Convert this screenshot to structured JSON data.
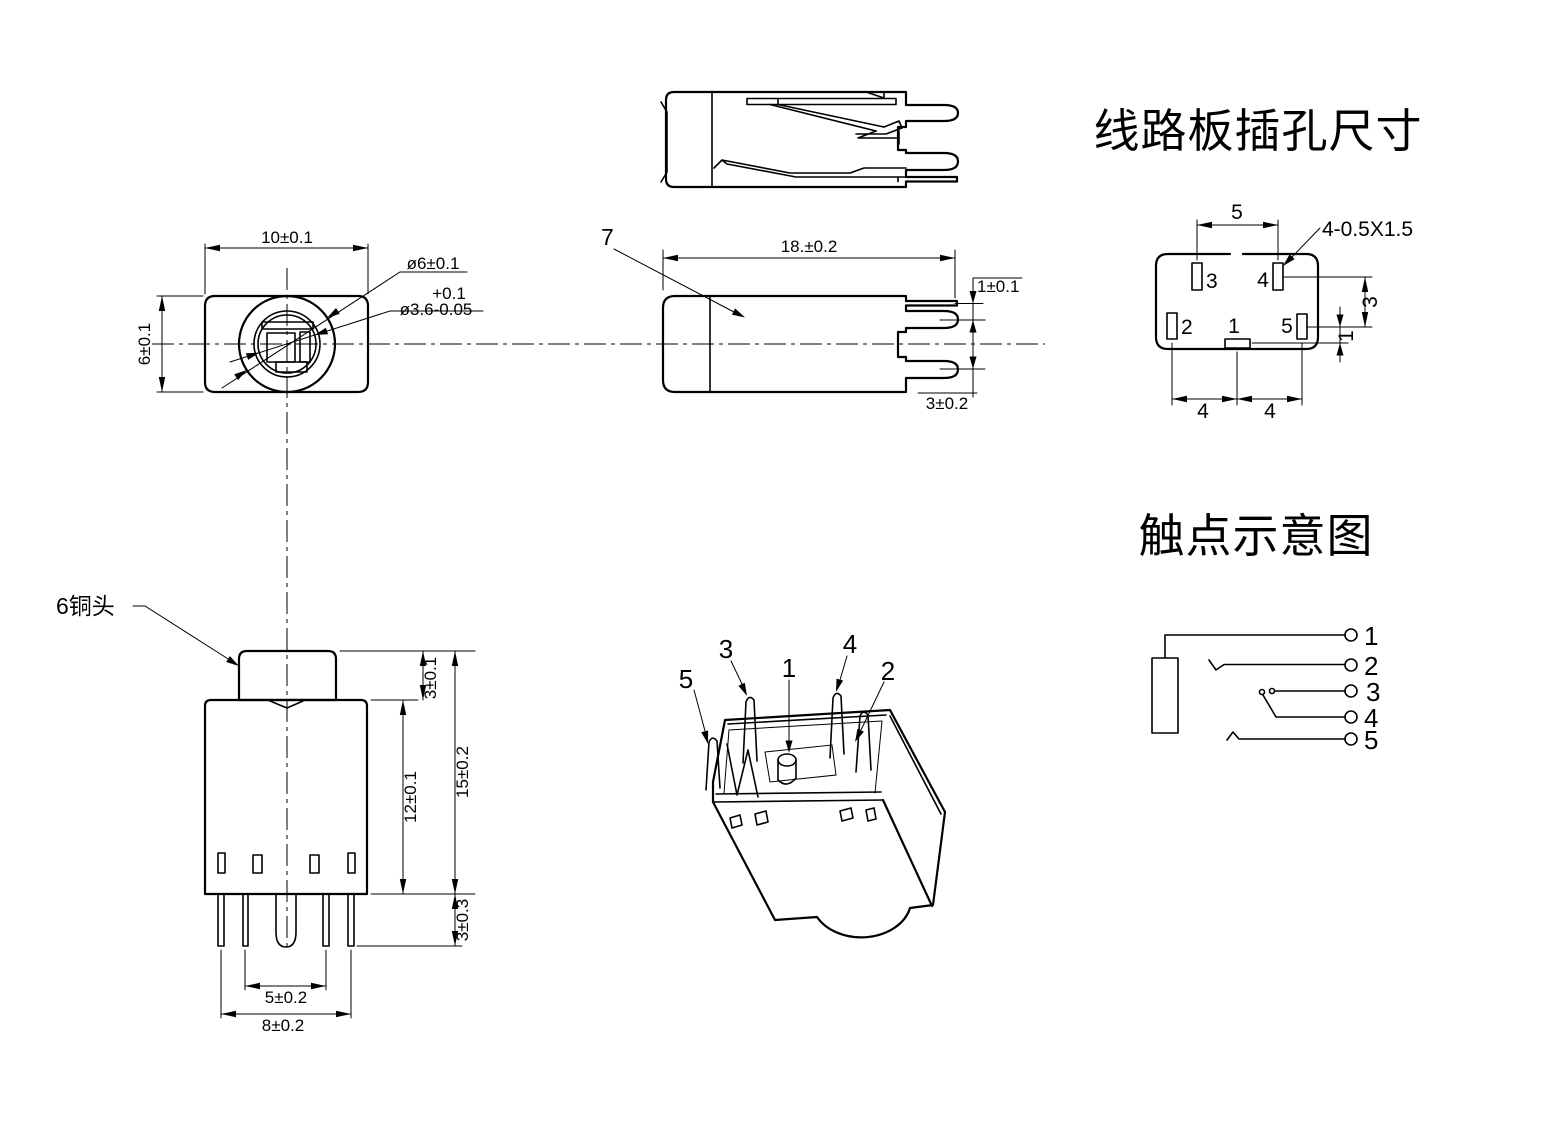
{
  "titles": {
    "pcb": "线路板插孔尺寸",
    "contact": "触点示意图"
  },
  "front_view": {
    "width": "10±0.1",
    "height": "6±0.1",
    "outer_dia": "ø6±0.1",
    "tol_plus": "+0.1",
    "inner_dia": "ø3.6-0.05"
  },
  "side_view": {
    "callout": "7",
    "length": "18.±0.2",
    "pin_offset": "1±0.1",
    "pin_pitch": "3±0.2"
  },
  "pcb_view": {
    "pitch_top": "5",
    "slot_spec": "4-0.5X1.5",
    "pad1": "1",
    "pad2": "2",
    "pad3": "3",
    "pad4": "4",
    "pad5": "5",
    "right_pitch": "3",
    "right_offset": "1",
    "bottom_left": "4",
    "bottom_right": "4"
  },
  "contact_view": {
    "t1": "1",
    "t2": "2",
    "t3": "3",
    "t4": "4",
    "t5": "5"
  },
  "bottom_view": {
    "callout": "6铜头",
    "cap_height": "3±0.1",
    "body_height": "12±0.1",
    "total_height": "15±0.2",
    "pin_length": "3±0.3",
    "inner_pitch": "5±0.2",
    "outer_pitch": "8±0.2"
  },
  "iso_view": {
    "l1": "1",
    "l2": "2",
    "l3": "3",
    "l4": "4",
    "l5": "5"
  }
}
